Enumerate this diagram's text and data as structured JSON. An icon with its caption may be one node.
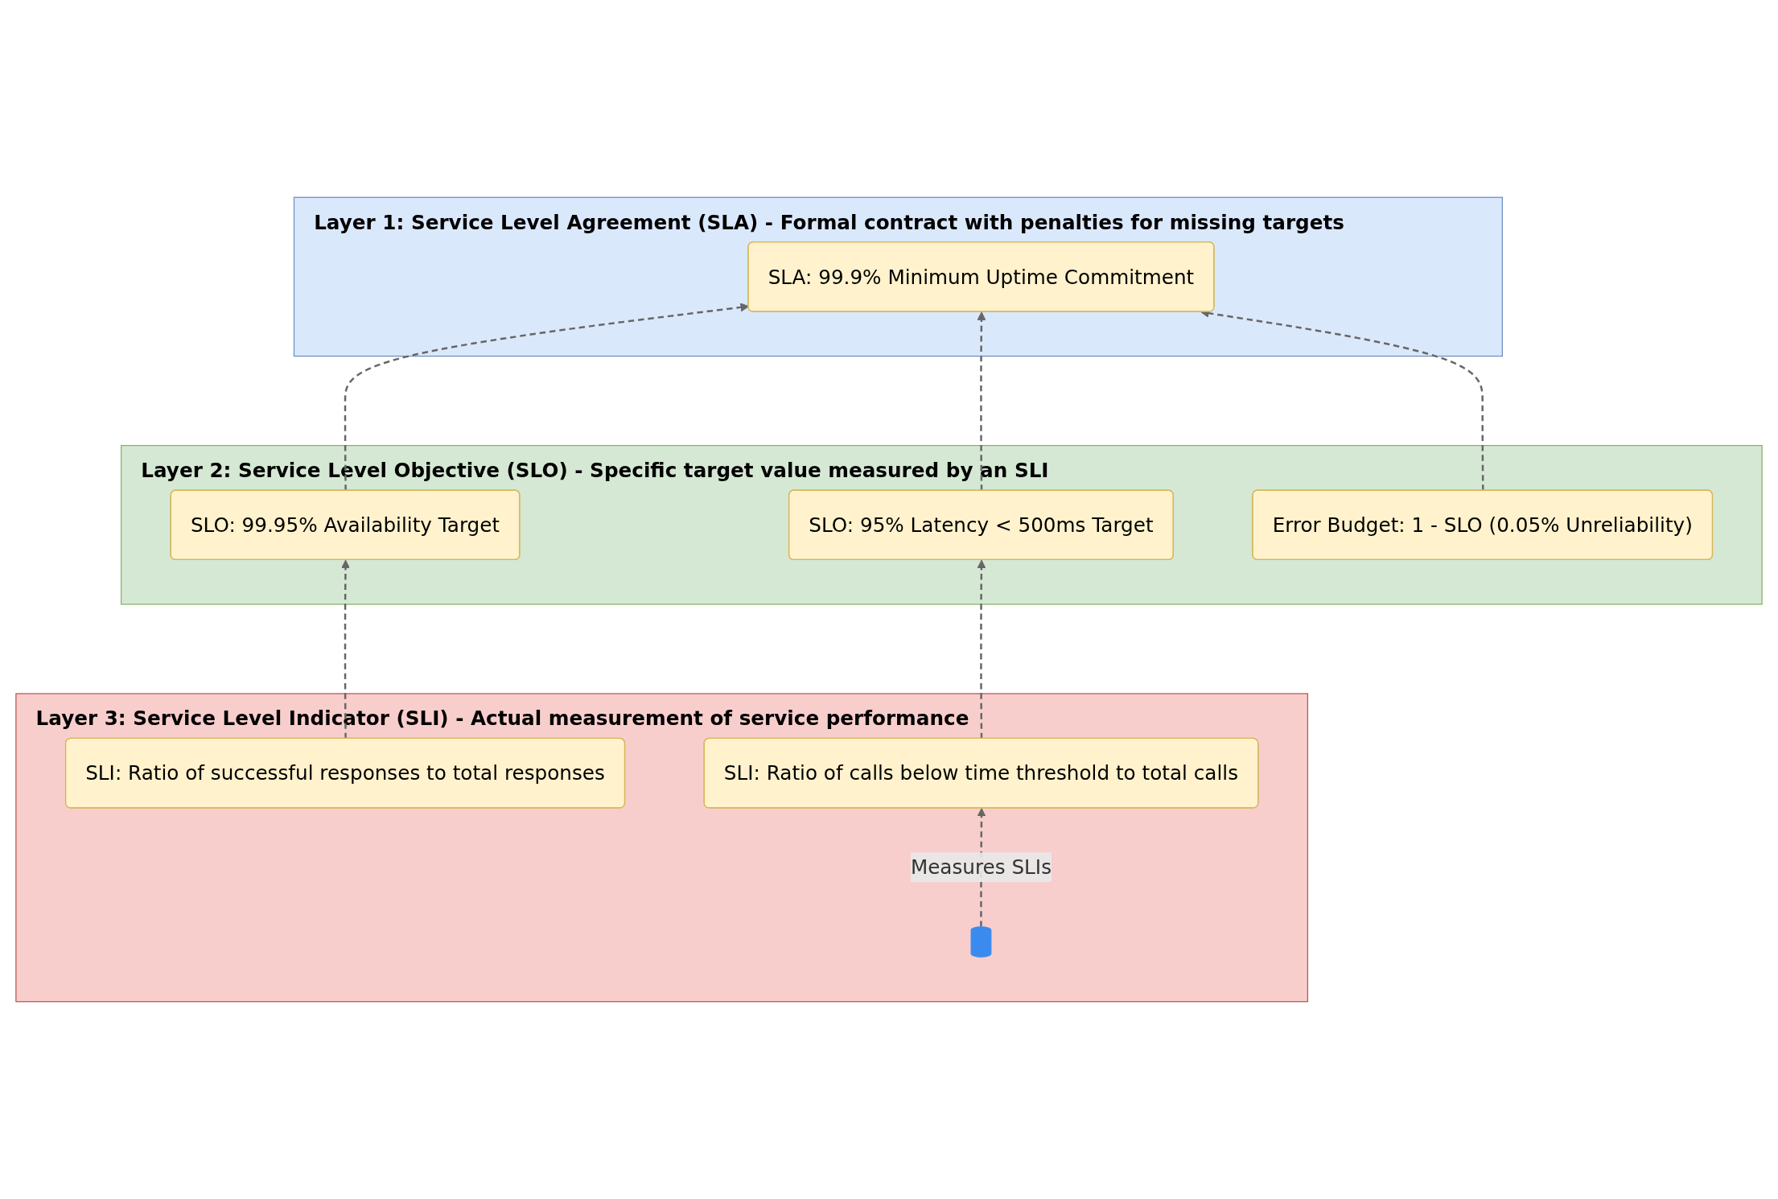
{
  "diagram": {
    "nodes": [
      {
        "text": [
          "Layer 1: Service Level Agreement (SLA) - Formal contract with penalties for missing targets"
        ]
      },
      {
        "text": [
          "SLA: 99.9% Minimum Uptime Commitment"
        ],
        "in": 0
      },
      {
        "text": [
          "Layer 2: Service Level Objective (SLO) - Specific target value measured by an SLI"
        ]
      },
      {
        "text": [
          "SLO: 99.95% Availability Target"
        ],
        "in": 2
      },
      {
        "text": [
          "SLO: 95% Latency < 500ms Target"
        ],
        "in": 2
      },
      {
        "text": [
          "Error Budget: 1 - SLO (0.05% Unreliability)"
        ],
        "in": 2
      },
      {
        "text": [
          "Layer 3: Service Level Indicator (SLI) - Actual measurement of service performance"
        ]
      },
      {
        "text": [
          "SLI: Ratio of successful responses to total responses"
        ],
        "in": 6
      },
      {
        "text": [
          "SLI: Ratio of calls below time threshold to total calls"
        ],
        "in": 6
      },
      {
        "text": [],
        "shape": "cylinder",
        "in": 6
      }
    ],
    "edges": [
      {
        "from": 3,
        "to": 1,
        "arrow": "to",
        "style": "dashed"
      },
      {
        "from": 4,
        "to": 1,
        "arrow": "to",
        "style": "dashed"
      },
      {
        "from": 5,
        "to": 1,
        "arrow": "to",
        "style": "dashed"
      },
      {
        "from": 7,
        "to": 3,
        "arrow": "to",
        "style": "dashed"
      },
      {
        "from": 8,
        "to": 4,
        "arrow": "to",
        "style": "dashed"
      },
      {
        "from": 9,
        "to": 8,
        "arrow": "to",
        "style": "dashed",
        "label": "Measures SLIs"
      }
    ]
  }
}
